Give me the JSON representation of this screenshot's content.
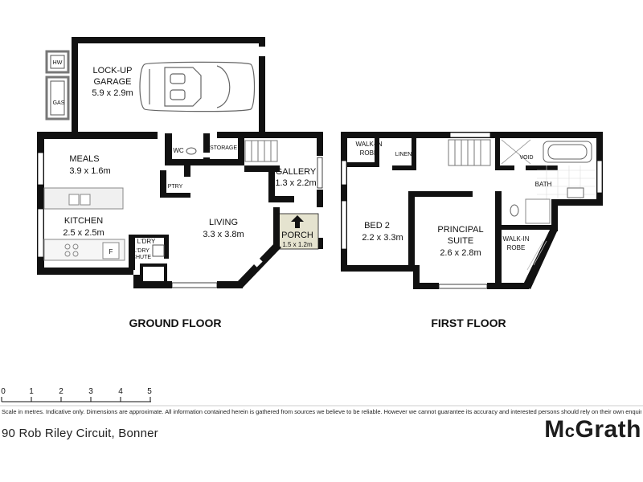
{
  "ground_floor": {
    "title": "GROUND FLOOR",
    "rooms": {
      "garage_name_1": "LOCK-UP",
      "garage_name_2": "GARAGE",
      "garage_dim": "5.9 x 2.9m",
      "meals_name": "MEALS",
      "meals_dim": "3.9 x 1.6m",
      "kitchen_name": "KITCHEN",
      "kitchen_dim": "2.5 x 2.5m",
      "living_name": "LIVING",
      "living_dim": "3.3 x 3.8m",
      "gallery_name": "GALLERY",
      "gallery_dim": "1.3 x 2.2m",
      "porch_name": "PORCH",
      "porch_dim": "1.5 x 1.2m",
      "wc": "WC",
      "storage": "STORAGE",
      "ptry": "PTRY",
      "ldry": "L'DRY",
      "ldry_chute_1": "L'DRY",
      "ldry_chute_2": "CHUTE",
      "fridge": "F",
      "hw": "HW",
      "gas": "GAS"
    }
  },
  "first_floor": {
    "title": "FIRST FLOOR",
    "rooms": {
      "wir1_1": "WALK-IN",
      "wir1_2": "ROBE",
      "linen": "LINEN",
      "void": "VOID",
      "bath": "BATH",
      "bed2_name": "BED 2",
      "bed2_dim": "2.2 x 3.3m",
      "suite_name_1": "PRINCIPAL",
      "suite_name_2": "SUITE",
      "suite_dim": "2.6 x 2.8m",
      "wir2_1": "WALK-IN",
      "wir2_2": "ROBE"
    }
  },
  "scale": {
    "ticks": [
      "0",
      "1",
      "2",
      "3",
      "4",
      "5"
    ]
  },
  "disclaimer": "Scale in metres. Indicative only. Dimensions are approximate. All information contained herein is gathered from sources we believe to be reliable. However we cannot guarantee its accuracy and interested persons should rely on their own enquiries",
  "address": "90 Rob Riley Circuit, Bonner",
  "logo": {
    "part1": "M",
    "part2": "c",
    "part3": "Grath"
  },
  "colors": {
    "wall": "#111111",
    "porch_fill": "#e5e3cf",
    "window": "#ffffff"
  }
}
